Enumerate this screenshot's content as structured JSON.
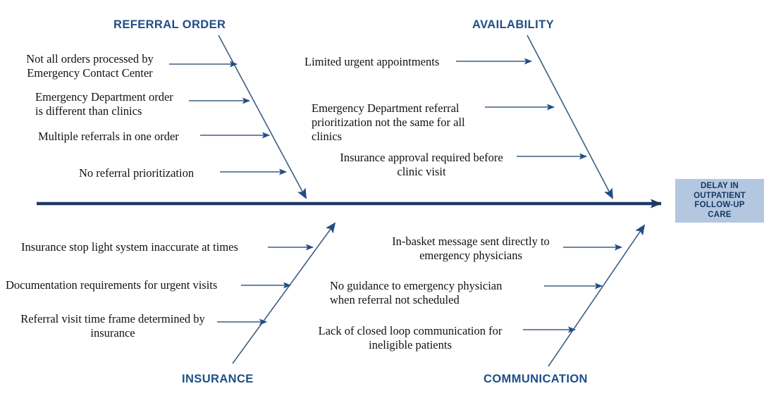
{
  "diagram": {
    "type": "fishbone-ishikawa",
    "effect": {
      "label": "DELAY IN\nOUTPATIENT\nFOLLOW-UP\nCARE",
      "fill_color": "#B4C7E1",
      "text_color": "#15375E"
    },
    "colors": {
      "spine": "#1F3864",
      "bone": "#3F5E80",
      "arrow": "#1F4E87",
      "category_label": "#1F4E87",
      "cause_text": "#111111"
    },
    "categories": [
      {
        "id": "referral-order",
        "label": "REFERRAL ORDER",
        "position": "top-left",
        "causes": [
          "Not all orders processed by\nEmergency Contact Center",
          "Emergency Department order\nis different than clinics",
          "Multiple referrals in one order",
          "No referral prioritization"
        ]
      },
      {
        "id": "availability",
        "label": "AVAILABILITY",
        "position": "top-right",
        "causes": [
          "Limited urgent appointments",
          "Emergency Department referral\nprioritization not the same for all clinics",
          "Insurance approval required before\nclinic visit"
        ]
      },
      {
        "id": "insurance",
        "label": "INSURANCE",
        "position": "bottom-left",
        "causes": [
          "Insurance stop light system inaccurate at times",
          "Documentation requirements for urgent visits",
          "Referral visit time frame determined by\ninsurance"
        ]
      },
      {
        "id": "communication",
        "label": "COMMUNICATION",
        "position": "bottom-right",
        "causes": [
          "In-basket message sent directly to\nemergency physicians",
          "No guidance to emergency physician\nwhen referral not scheduled",
          "Lack of closed loop communication for\nineligible patients"
        ]
      }
    ]
  }
}
